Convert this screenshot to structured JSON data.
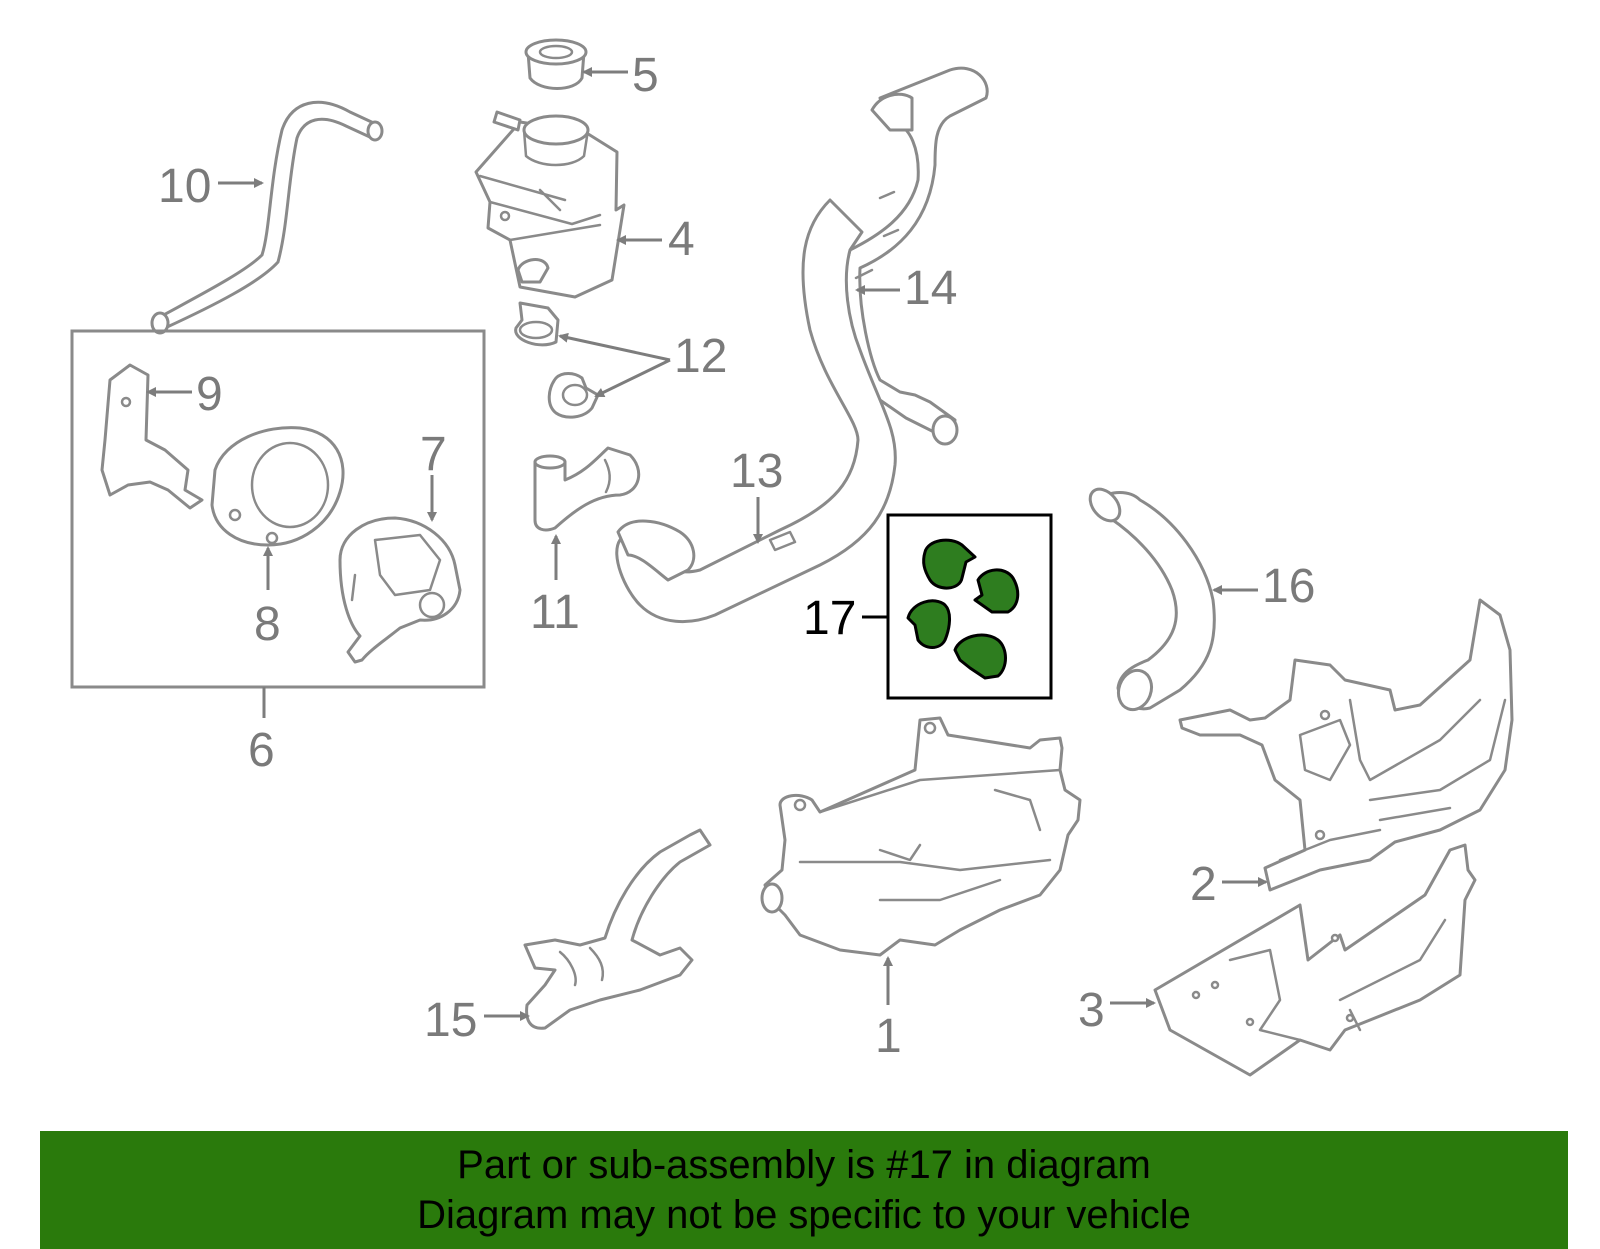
{
  "callouts": {
    "c1": "1",
    "c2": "2",
    "c3": "3",
    "c4": "4",
    "c5": "5",
    "c6": "6",
    "c7": "7",
    "c8": "8",
    "c9": "9",
    "c10": "10",
    "c11": "11",
    "c12": "12",
    "c13": "13",
    "c14": "14",
    "c15": "15",
    "c16": "16",
    "c17": "17"
  },
  "highlighted_part": "17",
  "colors": {
    "highlight": "#2e7d1f",
    "banner": "#2a7a0c",
    "linework": "#8a8a8a"
  },
  "banner": {
    "line1": "Part or sub-assembly is #17 in diagram",
    "line2": "Diagram may not be specific to your vehicle"
  }
}
